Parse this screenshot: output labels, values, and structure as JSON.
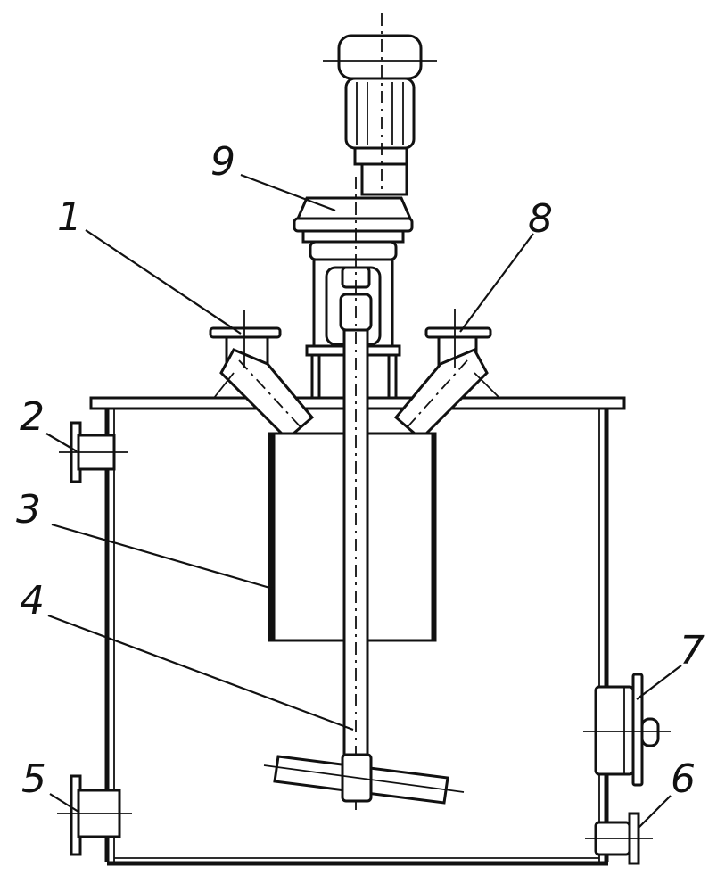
{
  "labels": {
    "n1": "1",
    "n2": "2",
    "n3": "3",
    "n4": "4",
    "n5": "5",
    "n6": "6",
    "n7": "7",
    "n8": "8",
    "n9": "9"
  },
  "colors": {
    "line": "#111111",
    "background": "#ffffff"
  }
}
